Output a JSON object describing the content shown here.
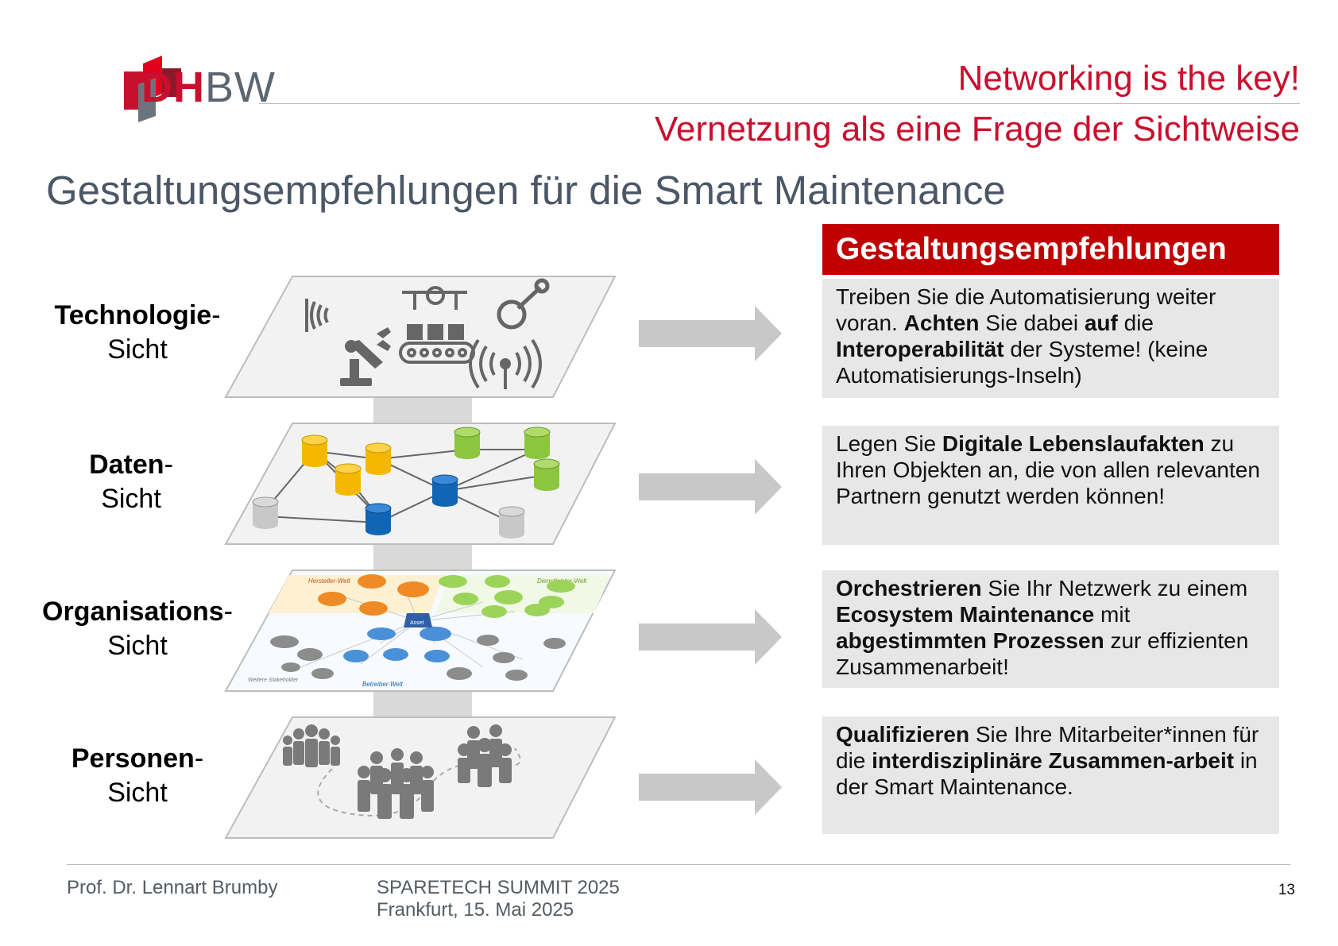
{
  "header": {
    "logo_dh": "DH",
    "logo_bw": "BW",
    "tagline": "Networking is the key!",
    "subtitle": "Vernetzung als eine Frage der Sichtweise"
  },
  "slide_title": "Gestaltungsempfehlungen für die Smart Maintenance",
  "views": [
    {
      "bold": "Technologie",
      "dash": "-",
      "line2": "Sicht"
    },
    {
      "bold": "Daten",
      "dash": "-",
      "line2": "Sicht"
    },
    {
      "bold": "Organisations",
      "dash": "-",
      "line2": "Sicht"
    },
    {
      "bold": "Personen",
      "dash": "-",
      "line2": "Sicht"
    }
  ],
  "recommendations": {
    "header": "Gestaltungsempfehlungen",
    "items": [
      {
        "segments": [
          {
            "t": "Treiben Sie die Automatisierung weiter voran. ",
            "b": false
          },
          {
            "t": "Achten",
            "b": true
          },
          {
            "t": " Sie dabei ",
            "b": false
          },
          {
            "t": "auf",
            "b": true
          },
          {
            "t": " die ",
            "b": false
          },
          {
            "t": "Interoperabilität",
            "b": true
          },
          {
            "t": " der Systeme! (keine Automatisierungs-Inseln)",
            "b": false
          }
        ]
      },
      {
        "segments": [
          {
            "t": "Legen Sie ",
            "b": false
          },
          {
            "t": "Digitale Lebenslaufakten",
            "b": true
          },
          {
            "t": " zu Ihren Objekten an, die von allen relevanten Partnern genutzt werden können!",
            "b": false
          }
        ]
      },
      {
        "segments": [
          {
            "t": "Orchestrieren",
            "b": true
          },
          {
            "t": " Sie Ihr Netzwerk zu einem ",
            "b": false
          },
          {
            "t": "Ecosystem Maintenance",
            "b": true
          },
          {
            "t": " mit ",
            "b": false
          },
          {
            "t": "abgestimmten Prozessen",
            "b": true
          },
          {
            "t": " zur effizienten Zusammenarbeit!",
            "b": false
          }
        ]
      },
      {
        "segments": [
          {
            "t": "Qualifizieren",
            "b": true
          },
          {
            "t": " Sie Ihre Mitarbeiter*innen für die ",
            "b": false
          },
          {
            "t": "interdisziplinäre Zusammen-arbeit",
            "b": true
          },
          {
            "t": " in der Smart Maintenance.",
            "b": false
          }
        ]
      }
    ]
  },
  "org_diagram_labels": {
    "hersteller": "Hersteller-Welt",
    "dienstleister": "Dienstleister-Welt",
    "betreiber": "Betreiber-Welt",
    "weitere": "Weitere Stakeholder",
    "asset": "Asset"
  },
  "footer": {
    "author": "Prof. Dr. Lennart Brumby",
    "event": "SPARETECH SUMMIT 2025",
    "place_date": "Frankfurt, 15. Mai 2025",
    "page": "13"
  },
  "colors": {
    "brand_red": "#c8102e",
    "header_red": "#c00000",
    "box_grey": "#e7e7e7",
    "plane_grey": "#f2f2f2",
    "arrow_grey": "#c8c8c8",
    "title_blue_grey": "#4c5766"
  }
}
